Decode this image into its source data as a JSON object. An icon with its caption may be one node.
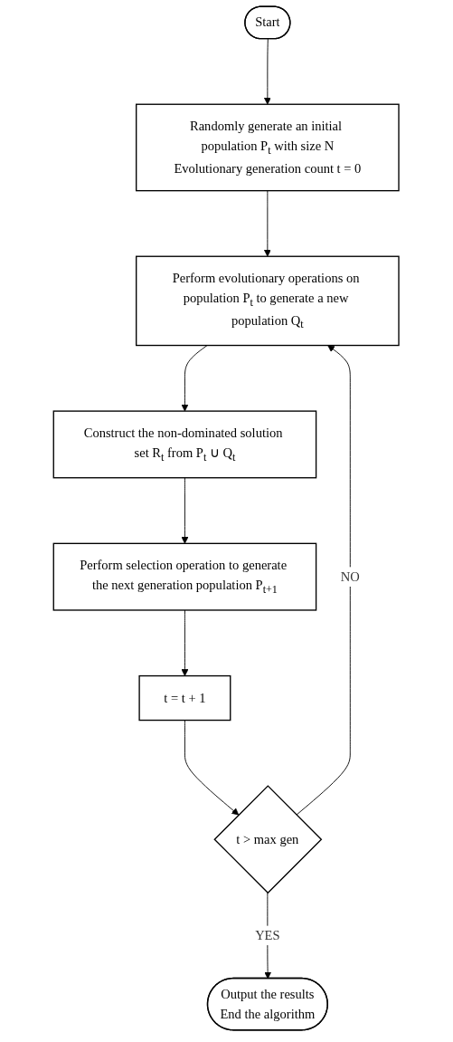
{
  "diagram": {
    "nodes": [
      {
        "text": [
          "Start"
        ]
      },
      {
        "text": [
          "Randomly generate an initial population P$_{t}$ with size N",
          "Evolutionary generation count t = 0"
        ]
      },
      {
        "text": [
          "Perform evolutionary operations on population P$_{t}$ to generate a new population Q$_{t}$"
        ]
      },
      {
        "text": [
          "Construct the non-dominated solution set R$_{t}$ from P$_{t}$ ∪ Q$_{t}$"
        ]
      },
      {
        "text": [
          "Perform selection operation to generate the next generation population P$_{t+1}$"
        ]
      },
      {
        "text": [
          "t = t + 1"
        ]
      },
      {
        "text": [
          "t > max gen"
        ]
      },
      {
        "text": [
          "Output the results",
          "End the algorithm"
        ]
      }
    ],
    "edges": [
      {
        "from": 0,
        "to": 1,
        "arrow": "to"
      },
      {
        "from": 1,
        "to": 2,
        "arrow": "to"
      },
      {
        "from": 2,
        "to": 3,
        "arrow": "to"
      },
      {
        "from": 3,
        "to": 4,
        "arrow": "to"
      },
      {
        "from": 4,
        "to": 5,
        "arrow": "to"
      },
      {
        "from": 5,
        "to": 6,
        "arrow": "to"
      },
      {
        "from": 6,
        "to": 2,
        "arrow": "to",
        "label": "NO"
      },
      {
        "from": 6,
        "to": 7,
        "arrow": "to",
        "label": "YES"
      }
    ]
  }
}
